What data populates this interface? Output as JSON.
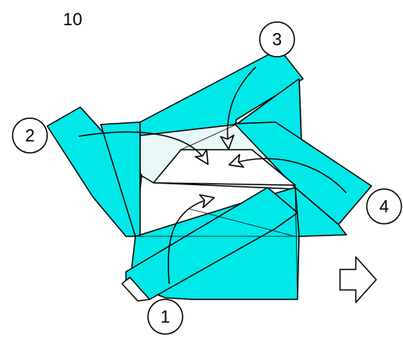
{
  "step_number": "10",
  "colors": {
    "paper": "#00e8e8",
    "outline": "#000000",
    "background": "#ffffff"
  },
  "callouts": [
    {
      "id": 1,
      "label": "1"
    },
    {
      "id": 2,
      "label": "2"
    },
    {
      "id": 3,
      "label": "3"
    },
    {
      "id": 4,
      "label": "4"
    }
  ],
  "next_arrow_icon": "hollow-right-arrow-icon"
}
